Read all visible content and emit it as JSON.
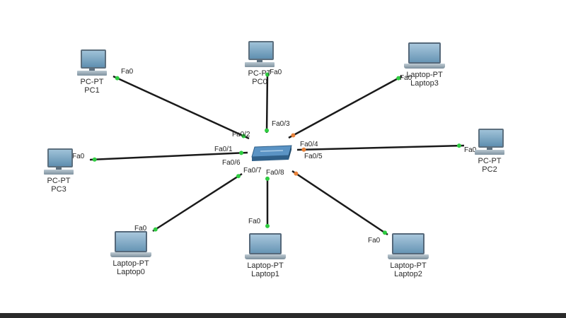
{
  "devices": [
    {
      "id": "pc1",
      "type": "pc",
      "caption": "PC-PT",
      "name": "PC1",
      "port": "Fa0"
    },
    {
      "id": "pc0",
      "type": "pc",
      "caption": "PC-PT",
      "name": "PC0",
      "port": "Fa0"
    },
    {
      "id": "laptop3",
      "type": "laptop",
      "caption": "Laptop-PT",
      "name": "Laptop3",
      "port": "Fa0"
    },
    {
      "id": "pc2",
      "type": "pc",
      "caption": "PC-PT",
      "name": "PC2",
      "port": "Fa0"
    },
    {
      "id": "pc3",
      "type": "pc",
      "caption": "PC-PT",
      "name": "PC3",
      "port": "Fa0"
    },
    {
      "id": "laptop0",
      "type": "laptop",
      "caption": "Laptop-PT",
      "name": "Laptop0",
      "port": "Fa0"
    },
    {
      "id": "laptop1",
      "type": "laptop",
      "caption": "Laptop-PT",
      "name": "Laptop1",
      "port": "Fa0"
    },
    {
      "id": "laptop2",
      "type": "laptop",
      "caption": "Laptop-PT",
      "name": "Laptop2",
      "port": "Fa0"
    }
  ],
  "switch_ports": {
    "pc1": "Fa0/2",
    "pc0": "Fa0/3",
    "laptop3": "Fa0/4",
    "pc2": "Fa0/5",
    "pc3": "Fa0/1",
    "laptop0": "Fa0/6",
    "laptop1": "Fa0/7",
    "laptop2": "Fa0/8"
  },
  "colors": {
    "link": "#1a1a1a",
    "link_up": "#2ecc40",
    "link_amber": "#e8823a",
    "switch_top": "#5a93c4",
    "switch_side": "#2f5f88",
    "bottom_bar": "#2a2a2a"
  }
}
